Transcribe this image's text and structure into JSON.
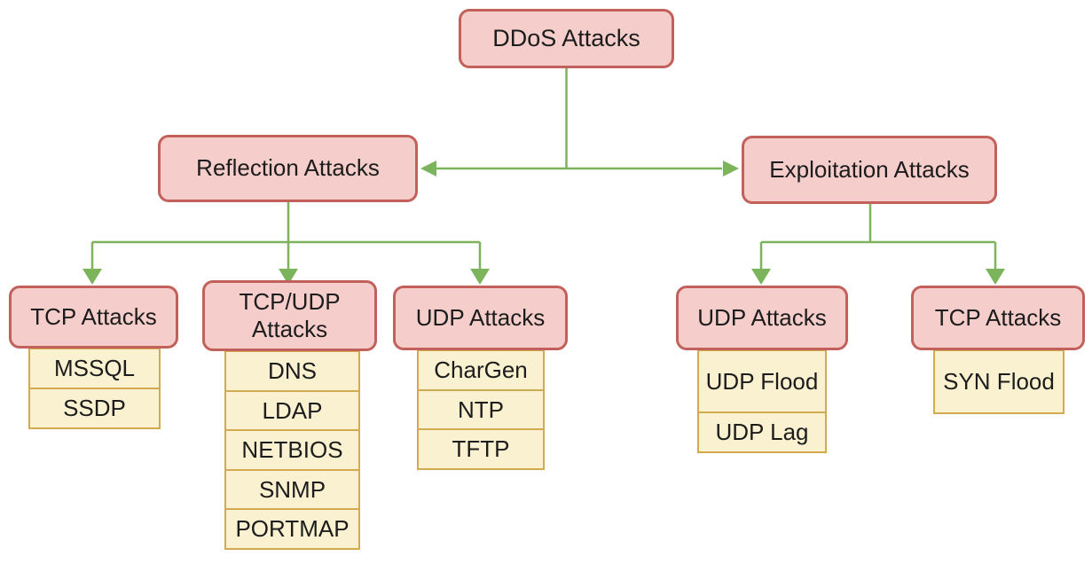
{
  "root": {
    "label": "DDoS Attacks"
  },
  "level2": {
    "reflection": {
      "label": "Reflection Attacks"
    },
    "exploitation": {
      "label": "Exploitation Attacks"
    }
  },
  "groups": {
    "reflection_tcp": {
      "label": "TCP Attacks",
      "items": [
        "MSSQL",
        "SSDP"
      ]
    },
    "reflection_tcpudp": {
      "label": "TCP/UDP Attacks",
      "items": [
        "DNS",
        "LDAP",
        "NETBIOS",
        "SNMP",
        "PORTMAP"
      ]
    },
    "reflection_udp": {
      "label": "UDP Attacks",
      "items": [
        "CharGen",
        "NTP",
        "TFTP"
      ]
    },
    "exploitation_udp": {
      "label": "UDP Attacks",
      "items": [
        "UDP Flood",
        "UDP Lag"
      ]
    },
    "exploitation_tcp": {
      "label": "TCP Attacks",
      "items": [
        "SYN Flood"
      ]
    }
  },
  "colors": {
    "node_fill": "#f5cecb",
    "node_border": "#c2605b",
    "cell_fill": "#faf1d0",
    "cell_border": "#d2aa50",
    "connector": "#7cb45b",
    "text": "#1c1c1c",
    "bg": "#ffffff"
  }
}
